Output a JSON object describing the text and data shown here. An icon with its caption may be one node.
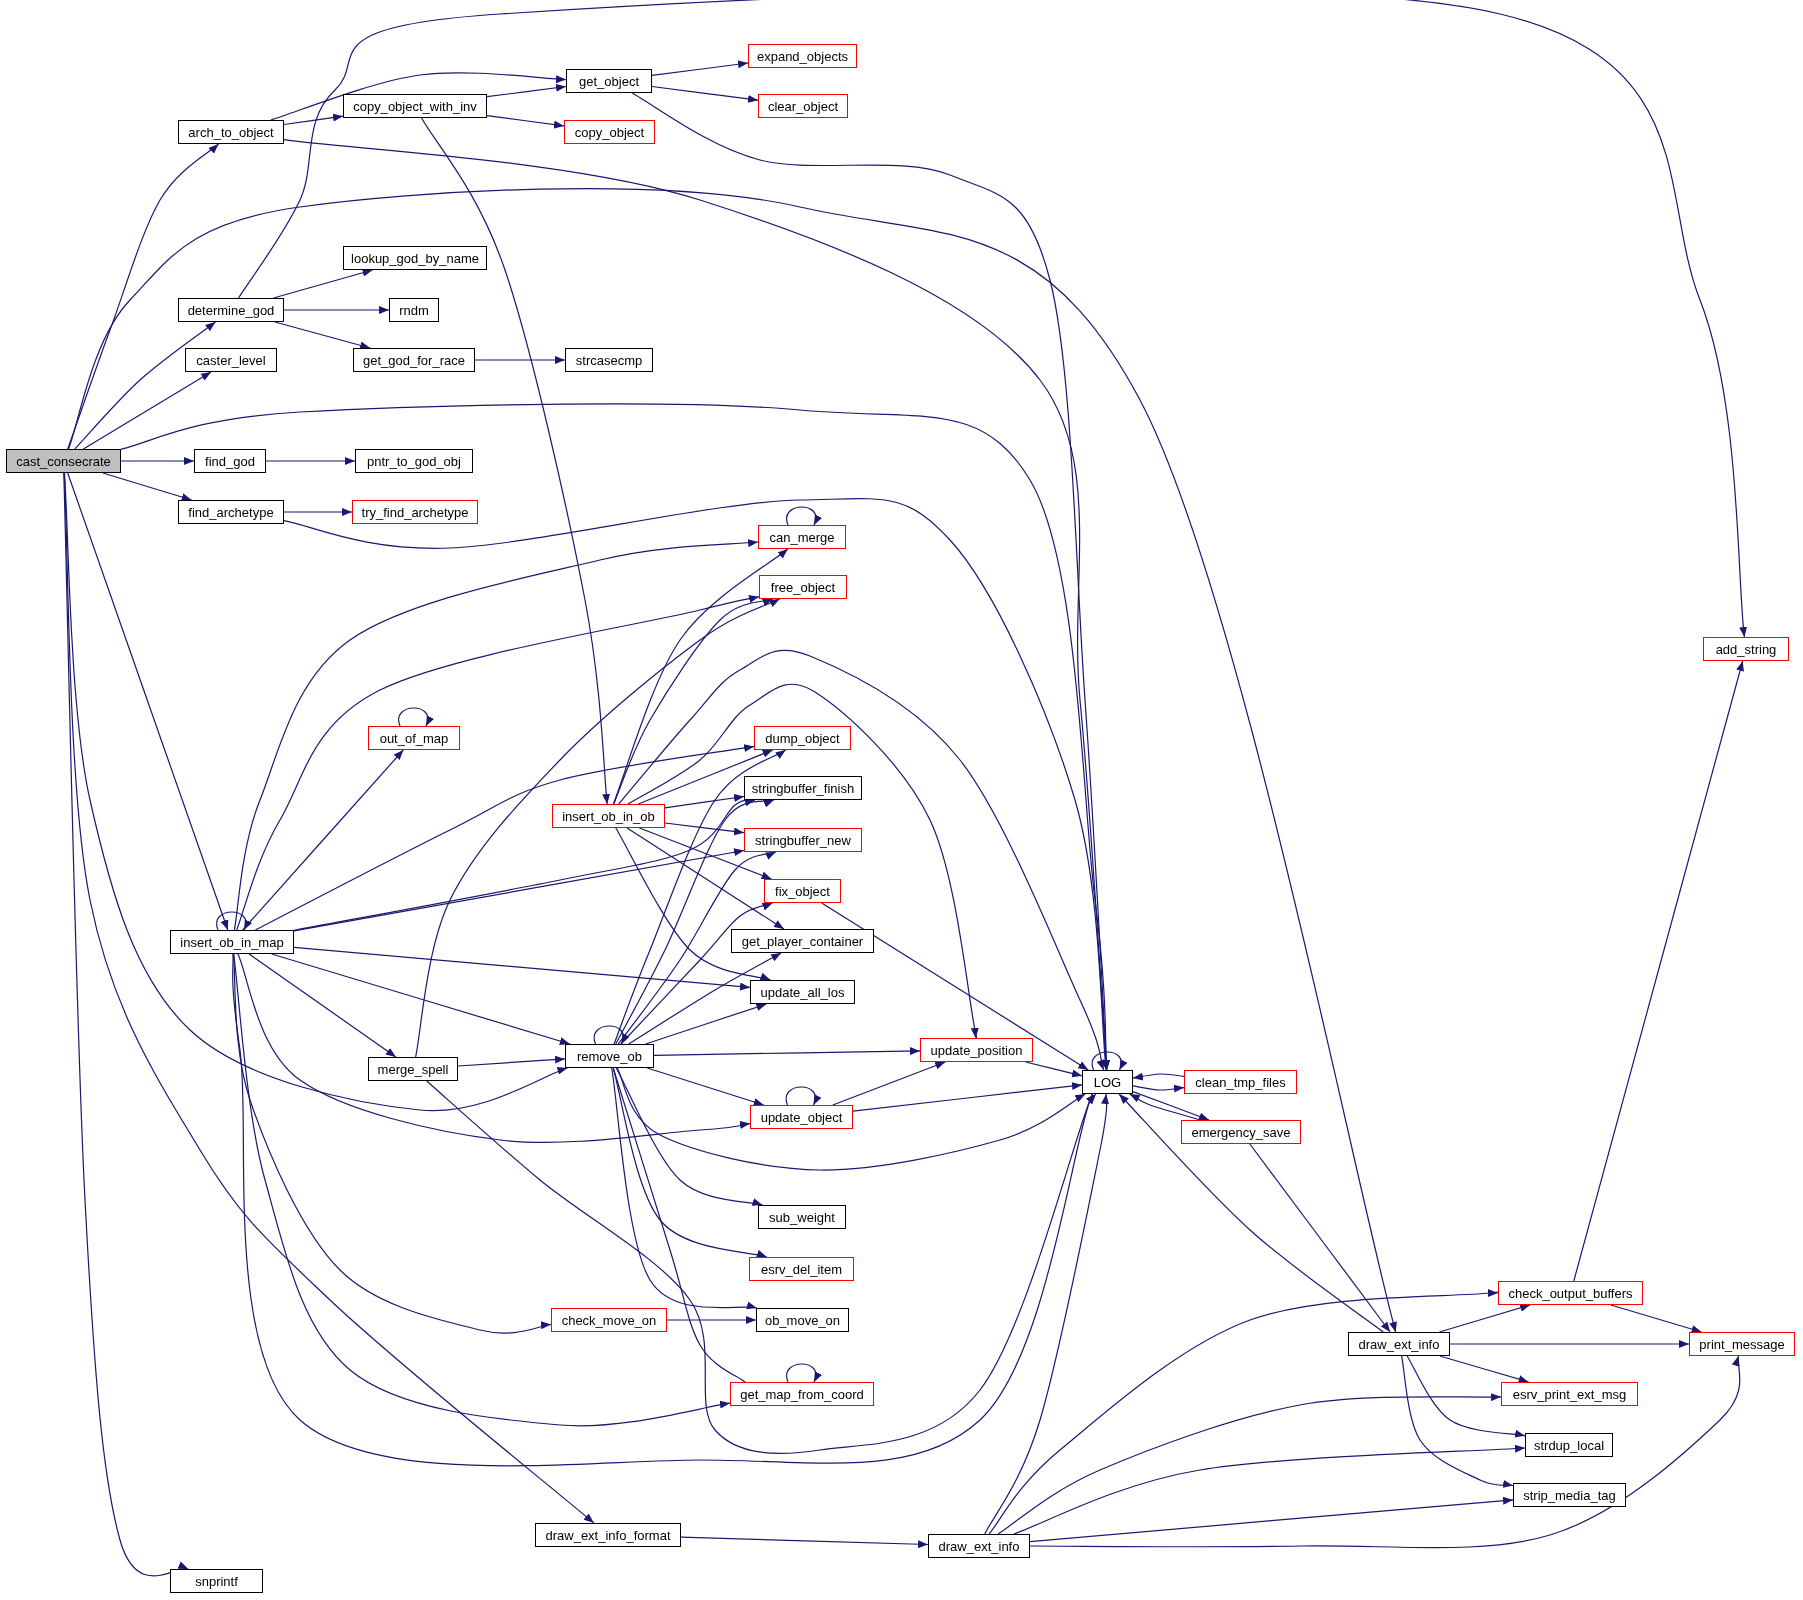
{
  "diagram": {
    "nodes": [
      {
        "text": [
          "cast_consecrate"
        ]
      },
      {
        "text": [
          "arch_to_object"
        ]
      },
      {
        "text": [
          "copy_object_with_inv"
        ]
      },
      {
        "text": [
          "get_object"
        ]
      },
      {
        "text": [
          "expand_objects"
        ]
      },
      {
        "text": [
          "clear_object"
        ]
      },
      {
        "text": [
          "copy_object"
        ]
      },
      {
        "text": [
          "determine_god"
        ]
      },
      {
        "text": [
          "lookup_god_by_name"
        ]
      },
      {
        "text": [
          "rndm"
        ]
      },
      {
        "text": [
          "get_god_for_race"
        ]
      },
      {
        "text": [
          "strcasecmp"
        ]
      },
      {
        "text": [
          "caster_level"
        ]
      },
      {
        "text": [
          "find_god"
        ]
      },
      {
        "text": [
          "pntr_to_god_obj"
        ]
      },
      {
        "text": [
          "find_archetype"
        ]
      },
      {
        "text": [
          "try_find_archetype"
        ]
      },
      {
        "text": [
          "can_merge"
        ]
      },
      {
        "text": [
          "free_object"
        ]
      },
      {
        "text": [
          "add_string"
        ]
      },
      {
        "text": [
          "out_of_map"
        ]
      },
      {
        "text": [
          "dump_object"
        ]
      },
      {
        "text": [
          "stringbuffer_finish"
        ]
      },
      {
        "text": [
          "insert_ob_in_ob"
        ]
      },
      {
        "text": [
          "stringbuffer_new"
        ]
      },
      {
        "text": [
          "fix_object"
        ]
      },
      {
        "text": [
          "get_player_container"
        ]
      },
      {
        "text": [
          "insert_ob_in_map"
        ]
      },
      {
        "text": [
          "update_all_los"
        ]
      },
      {
        "text": [
          "remove_ob"
        ]
      },
      {
        "text": [
          "update_position"
        ]
      },
      {
        "text": [
          "merge_spell"
        ]
      },
      {
        "text": [
          "LOG"
        ]
      },
      {
        "text": [
          "clean_tmp_files"
        ]
      },
      {
        "text": [
          "update_object"
        ]
      },
      {
        "text": [
          "emergency_save"
        ]
      },
      {
        "text": [
          "sub_weight"
        ]
      },
      {
        "text": [
          "esrv_del_item"
        ]
      },
      {
        "text": [
          "check_output_buffers"
        ]
      },
      {
        "text": [
          "check_move_on"
        ]
      },
      {
        "text": [
          "ob_move_on"
        ]
      },
      {
        "text": [
          "draw_ext_info"
        ]
      },
      {
        "text": [
          "print_message"
        ]
      },
      {
        "text": [
          "get_map_from_coord"
        ]
      },
      {
        "text": [
          "esrv_print_ext_msg"
        ]
      },
      {
        "text": [
          "strdup_local"
        ]
      },
      {
        "text": [
          "strip_media_tag"
        ]
      },
      {
        "text": [
          "draw_ext_info_format"
        ]
      },
      {
        "text": [
          "draw_ext_info"
        ]
      },
      {
        "text": [
          "snprintf"
        ]
      }
    ],
    "edges": [
      {
        "from": 0,
        "to": 1,
        "arrow": "to"
      },
      {
        "from": 0,
        "to": 7,
        "arrow": "to"
      },
      {
        "from": 0,
        "to": 12,
        "arrow": "to"
      },
      {
        "from": 0,
        "to": 13,
        "arrow": "to"
      },
      {
        "from": 0,
        "to": 15,
        "arrow": "to"
      },
      {
        "from": 0,
        "to": 27,
        "arrow": "to"
      },
      {
        "from": 0,
        "to": 29,
        "arrow": "to"
      },
      {
        "from": 0,
        "to": 32,
        "arrow": "to"
      },
      {
        "from": 0,
        "to": 41,
        "arrow": "to"
      },
      {
        "from": 0,
        "to": 47,
        "arrow": "to"
      },
      {
        "from": 0,
        "to": 49,
        "arrow": "to"
      },
      {
        "from": 1,
        "to": 2,
        "arrow": "to"
      },
      {
        "from": 1,
        "to": 3,
        "arrow": "to"
      },
      {
        "from": 1,
        "to": 32,
        "arrow": "to"
      },
      {
        "from": 2,
        "to": 3,
        "arrow": "to"
      },
      {
        "from": 2,
        "to": 6,
        "arrow": "to"
      },
      {
        "from": 2,
        "to": 23,
        "arrow": "to"
      },
      {
        "from": 3,
        "to": 4,
        "arrow": "to"
      },
      {
        "from": 3,
        "to": 5,
        "arrow": "to"
      },
      {
        "from": 3,
        "to": 32,
        "arrow": "to"
      },
      {
        "from": 7,
        "to": 8,
        "arrow": "to"
      },
      {
        "from": 7,
        "to": 9,
        "arrow": "to"
      },
      {
        "from": 7,
        "to": 10,
        "arrow": "to"
      },
      {
        "from": 7,
        "to": 19,
        "arrow": "to"
      },
      {
        "from": 10,
        "to": 11,
        "arrow": "to"
      },
      {
        "from": 13,
        "to": 14,
        "arrow": "to"
      },
      {
        "from": 15,
        "to": 16,
        "arrow": "to"
      },
      {
        "from": 15,
        "to": 32,
        "arrow": "to"
      },
      {
        "from": 17,
        "to": 17,
        "arrow": "to"
      },
      {
        "from": 20,
        "to": 20,
        "arrow": "to"
      },
      {
        "from": 23,
        "to": 17,
        "arrow": "to"
      },
      {
        "from": 23,
        "to": 18,
        "arrow": "to"
      },
      {
        "from": 23,
        "to": 21,
        "arrow": "to"
      },
      {
        "from": 23,
        "to": 22,
        "arrow": "to"
      },
      {
        "from": 23,
        "to": 24,
        "arrow": "to"
      },
      {
        "from": 23,
        "to": 25,
        "arrow": "to"
      },
      {
        "from": 23,
        "to": 26,
        "arrow": "to"
      },
      {
        "from": 23,
        "to": 28,
        "arrow": "to"
      },
      {
        "from": 23,
        "to": 32,
        "arrow": "to"
      },
      {
        "from": 23,
        "to": 30,
        "arrow": "to"
      },
      {
        "from": 27,
        "to": 27,
        "arrow": "to"
      },
      {
        "from": 27,
        "to": 17,
        "arrow": "to"
      },
      {
        "from": 27,
        "to": 18,
        "arrow": "to"
      },
      {
        "from": 27,
        "to": 20,
        "arrow": "to"
      },
      {
        "from": 27,
        "to": 21,
        "arrow": "to"
      },
      {
        "from": 27,
        "to": 22,
        "arrow": "to"
      },
      {
        "from": 27,
        "to": 24,
        "arrow": "to"
      },
      {
        "from": 27,
        "to": 28,
        "arrow": "to"
      },
      {
        "from": 27,
        "to": 29,
        "arrow": "to"
      },
      {
        "from": 27,
        "to": 31,
        "arrow": "to"
      },
      {
        "from": 27,
        "to": 34,
        "arrow": "to"
      },
      {
        "from": 27,
        "to": 39,
        "arrow": "to"
      },
      {
        "from": 27,
        "to": 43,
        "arrow": "to"
      },
      {
        "from": 27,
        "to": 32,
        "arrow": "to"
      },
      {
        "from": 29,
        "to": 29,
        "arrow": "to"
      },
      {
        "from": 29,
        "to": 21,
        "arrow": "to"
      },
      {
        "from": 29,
        "to": 22,
        "arrow": "to"
      },
      {
        "from": 29,
        "to": 24,
        "arrow": "to"
      },
      {
        "from": 29,
        "to": 25,
        "arrow": "to"
      },
      {
        "from": 29,
        "to": 26,
        "arrow": "to"
      },
      {
        "from": 29,
        "to": 28,
        "arrow": "to"
      },
      {
        "from": 29,
        "to": 30,
        "arrow": "to"
      },
      {
        "from": 29,
        "to": 34,
        "arrow": "to"
      },
      {
        "from": 29,
        "to": 32,
        "arrow": "to"
      },
      {
        "from": 29,
        "to": 36,
        "arrow": "to"
      },
      {
        "from": 29,
        "to": 37,
        "arrow": "to"
      },
      {
        "from": 29,
        "to": 40,
        "arrow": "to"
      },
      {
        "from": 29,
        "to": 43,
        "arrow": "to"
      },
      {
        "from": 31,
        "to": 29,
        "arrow": "to"
      },
      {
        "from": 31,
        "to": 18,
        "arrow": "to"
      },
      {
        "from": 31,
        "to": 32,
        "arrow": "to"
      },
      {
        "from": 25,
        "to": 32,
        "arrow": "to"
      },
      {
        "from": 30,
        "to": 32,
        "arrow": "to"
      },
      {
        "from": 34,
        "to": 34,
        "arrow": "to"
      },
      {
        "from": 34,
        "to": 30,
        "arrow": "to"
      },
      {
        "from": 34,
        "to": 32,
        "arrow": "to"
      },
      {
        "from": 39,
        "to": 40,
        "arrow": "to"
      },
      {
        "from": 43,
        "to": 43,
        "arrow": "to"
      },
      {
        "from": 32,
        "to": 32,
        "arrow": "to"
      },
      {
        "from": 32,
        "to": 33,
        "arrow": "to"
      },
      {
        "from": 32,
        "to": 35,
        "arrow": "to"
      },
      {
        "from": 33,
        "to": 32,
        "arrow": "to"
      },
      {
        "from": 35,
        "to": 32,
        "arrow": "to"
      },
      {
        "from": 35,
        "to": 41,
        "arrow": "to"
      },
      {
        "from": 41,
        "to": 32,
        "arrow": "to"
      },
      {
        "from": 41,
        "to": 38,
        "arrow": "to"
      },
      {
        "from": 41,
        "to": 42,
        "arrow": "to"
      },
      {
        "from": 41,
        "to": 44,
        "arrow": "to"
      },
      {
        "from": 41,
        "to": 45,
        "arrow": "to"
      },
      {
        "from": 41,
        "to": 46,
        "arrow": "to"
      },
      {
        "from": 38,
        "to": 19,
        "arrow": "to"
      },
      {
        "from": 38,
        "to": 42,
        "arrow": "to"
      },
      {
        "from": 47,
        "to": 48,
        "arrow": "to"
      },
      {
        "from": 48,
        "to": 32,
        "arrow": "to"
      },
      {
        "from": 48,
        "to": 38,
        "arrow": "to"
      },
      {
        "from": 48,
        "to": 44,
        "arrow": "to"
      },
      {
        "from": 48,
        "to": 45,
        "arrow": "to"
      },
      {
        "from": 48,
        "to": 46,
        "arrow": "to"
      },
      {
        "from": 48,
        "to": 42,
        "arrow": "to"
      }
    ]
  }
}
